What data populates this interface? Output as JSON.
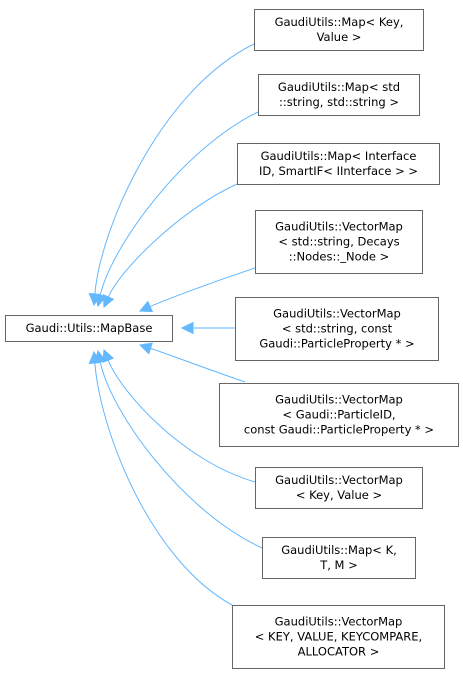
{
  "base": {
    "lines": [
      "Gaudi::Utils::MapBase"
    ]
  },
  "derived": [
    {
      "lines": [
        "GaudiUtils::Map< Key,",
        "Value >"
      ]
    },
    {
      "lines": [
        "GaudiUtils::Map< std",
        "::string, std::string >"
      ]
    },
    {
      "lines": [
        "GaudiUtils::Map< Interface",
        "ID, SmartIF< IInterface > >"
      ]
    },
    {
      "lines": [
        "GaudiUtils::VectorMap",
        "< std::string, Decays",
        "::Nodes::_Node >"
      ]
    },
    {
      "lines": [
        "GaudiUtils::VectorMap",
        "< std::string, const",
        "Gaudi::ParticleProperty * >"
      ]
    },
    {
      "lines": [
        "GaudiUtils::VectorMap",
        "< Gaudi::ParticleID,",
        "const Gaudi::ParticleProperty * >"
      ]
    },
    {
      "lines": [
        "GaudiUtils::VectorMap",
        "< Key, Value >"
      ]
    },
    {
      "lines": [
        "GaudiUtils::Map< K,",
        "T, M >"
      ]
    },
    {
      "lines": [
        "GaudiUtils::VectorMap",
        "< KEY, VALUE, KEYCOMPARE,",
        "ALLOCATOR >"
      ]
    }
  ],
  "colors": {
    "edge": "#63b8ff",
    "border": "#666666"
  }
}
